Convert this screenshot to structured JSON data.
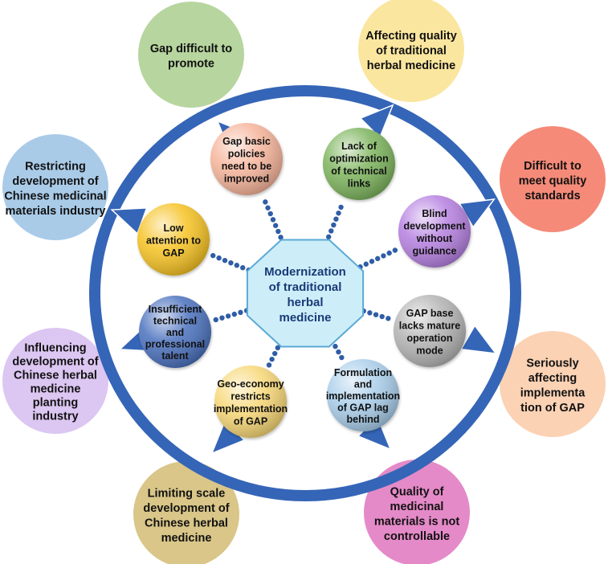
{
  "diagram": {
    "center": {
      "lines": [
        "Modernization",
        "of traditional",
        "herbal",
        "medicine"
      ],
      "fill": "#cdeef8",
      "stroke": "#5aa9d6",
      "text_color": "#1a3a78"
    },
    "ring_color": "#3565b7",
    "dot_color": "#2f5da6",
    "causes": [
      {
        "lines": [
          "Gap basic",
          "policies",
          "need to be",
          "improved"
        ],
        "color": "#f6b49a"
      },
      {
        "lines": [
          "Lack of",
          "optimization",
          "of technical",
          "links"
        ],
        "color": "#7cb45c"
      },
      {
        "lines": [
          "Blind",
          "development",
          "without",
          "guidance"
        ],
        "color": "#b57fe0"
      },
      {
        "lines": [
          "GAP base",
          "lacks mature",
          "operation",
          "mode"
        ],
        "color": "#b3b3b3"
      },
      {
        "lines": [
          "Formulation",
          "and",
          "implementation",
          "of GAP lag",
          "behind"
        ],
        "color": "#a8cdea"
      },
      {
        "lines": [
          "Geo-economy",
          "restricts",
          "implementation",
          "of GAP"
        ],
        "color": "#f7d774"
      },
      {
        "lines": [
          "Insufficient",
          "technical",
          "and",
          "professional",
          "talent"
        ],
        "color": "#4a6fbd"
      },
      {
        "lines": [
          "Low",
          "attention to",
          "GAP"
        ],
        "color": "#f6c220"
      }
    ],
    "effects": [
      {
        "lines": [
          "Gap difficult to",
          "promote"
        ],
        "color": "#b7d59e"
      },
      {
        "lines": [
          "Affecting quality",
          "of traditional",
          "herbal medicine"
        ],
        "color": "#fae69e"
      },
      {
        "lines": [
          "Difficult to",
          "meet quality",
          "standards"
        ],
        "color": "#f58a78"
      },
      {
        "lines": [
          "Seriously",
          "affecting",
          "implementa",
          "tion of GAP"
        ],
        "color": "#fbd2b4"
      },
      {
        "lines": [
          "Quality of",
          "medicinal",
          "materials is not",
          "controllable"
        ],
        "color": "#e58ac8"
      },
      {
        "lines": [
          "Limiting scale",
          "development of",
          "Chinese herbal",
          "medicine"
        ],
        "color": "#d9c688"
      },
      {
        "lines": [
          "Influencing",
          "development of",
          "Chinese herbal",
          "medicine",
          "planting",
          "industry"
        ],
        "color": "#dcc6f2"
      },
      {
        "lines": [
          "Restricting",
          "development of",
          "Chinese medicinal",
          "materials industry"
        ],
        "color": "#a9cbe8"
      }
    ]
  }
}
